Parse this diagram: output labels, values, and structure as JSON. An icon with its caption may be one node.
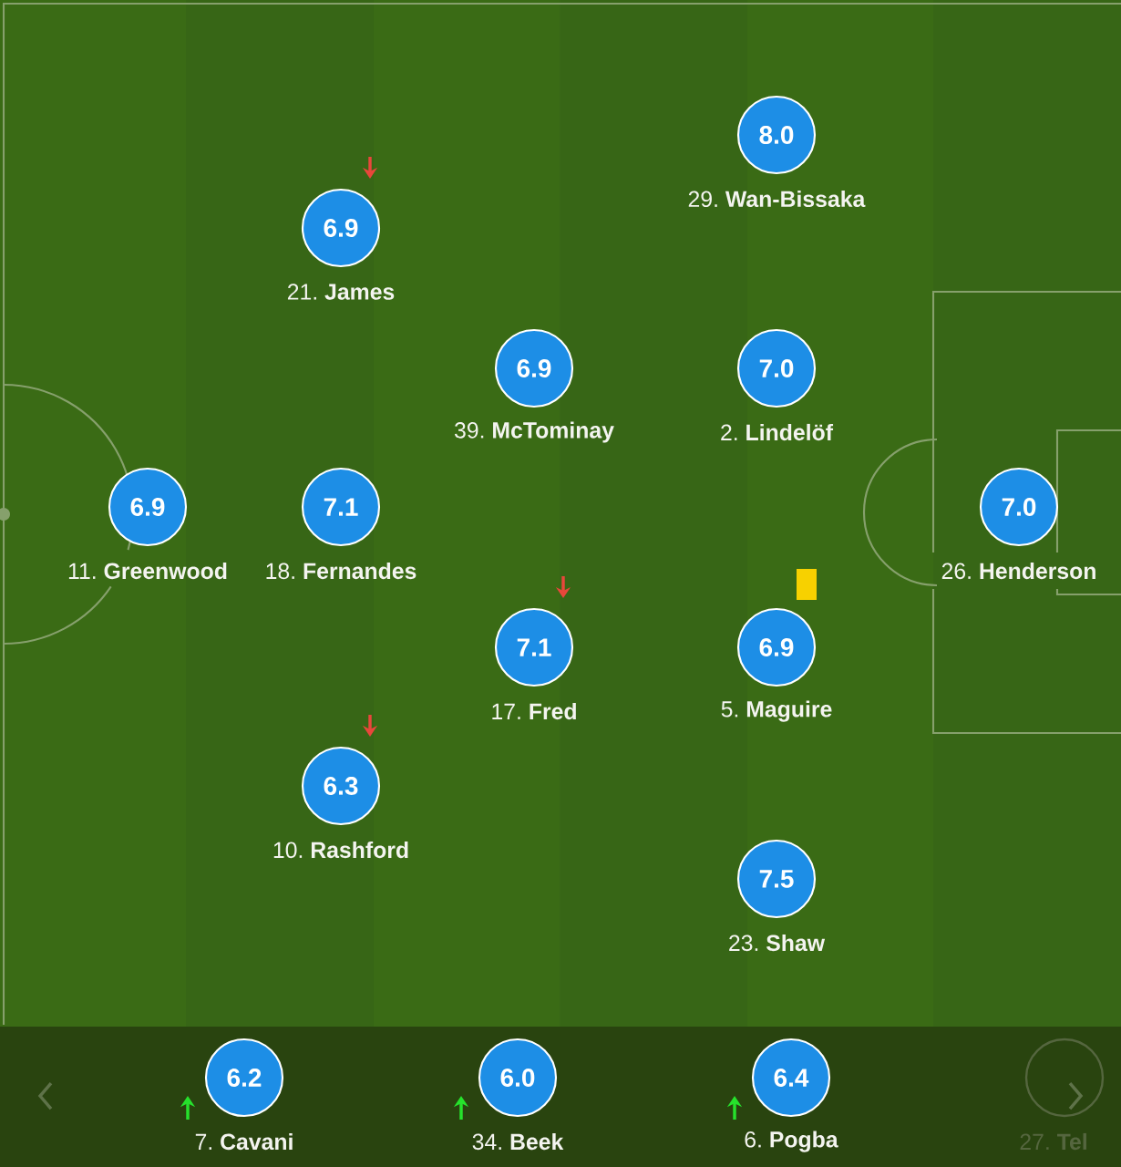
{
  "diagram": {
    "nodes": [
      {
        "text": [
          "8.0"
        ],
        "beside": [
          "29. **Wan-Bissaka**"
        ]
      },
      {
        "text": [
          "6.9"
        ],
        "beside": [
          "21. **James**"
        ]
      },
      {
        "text": [
          "6.9"
        ],
        "beside": [
          "39. **McTominay**"
        ]
      },
      {
        "text": [
          "7.0"
        ],
        "beside": [
          "2. **Lindelöf**"
        ]
      },
      {
        "text": [
          "6.9"
        ],
        "beside": [
          "11. **Greenwood**"
        ]
      },
      {
        "text": [
          "7.1"
        ],
        "beside": [
          "18. **Fernandes**"
        ]
      },
      {
        "text": [
          "7.0"
        ],
        "beside": [
          "26. **Henderson**"
        ]
      },
      {
        "text": [
          "7.1"
        ],
        "beside": [
          "17. **Fred**"
        ]
      },
      {
        "text": [
          "6.9"
        ],
        "beside": [
          "5. **Maguire**"
        ]
      },
      {
        "text": [
          "6.3"
        ],
        "beside": [
          "10. **Rashford**"
        ]
      },
      {
        "text": [
          "7.5"
        ],
        "beside": [
          "23. **Shaw**"
        ]
      },
      {
        "text": [
          "6.2"
        ],
        "beside": [
          "7. **Cavani**"
        ]
      },
      {
        "text": [
          "6.0"
        ],
        "beside": [
          "34. **Beek**"
        ]
      },
      {
        "text": [
          "6.4"
        ],
        "beside": [
          "6. **Pogba**"
        ]
      },
      {
        "text": [],
        "shape": "circle",
        "beside": [
          "27. **Tel**"
        ]
      }
    ]
  }
}
